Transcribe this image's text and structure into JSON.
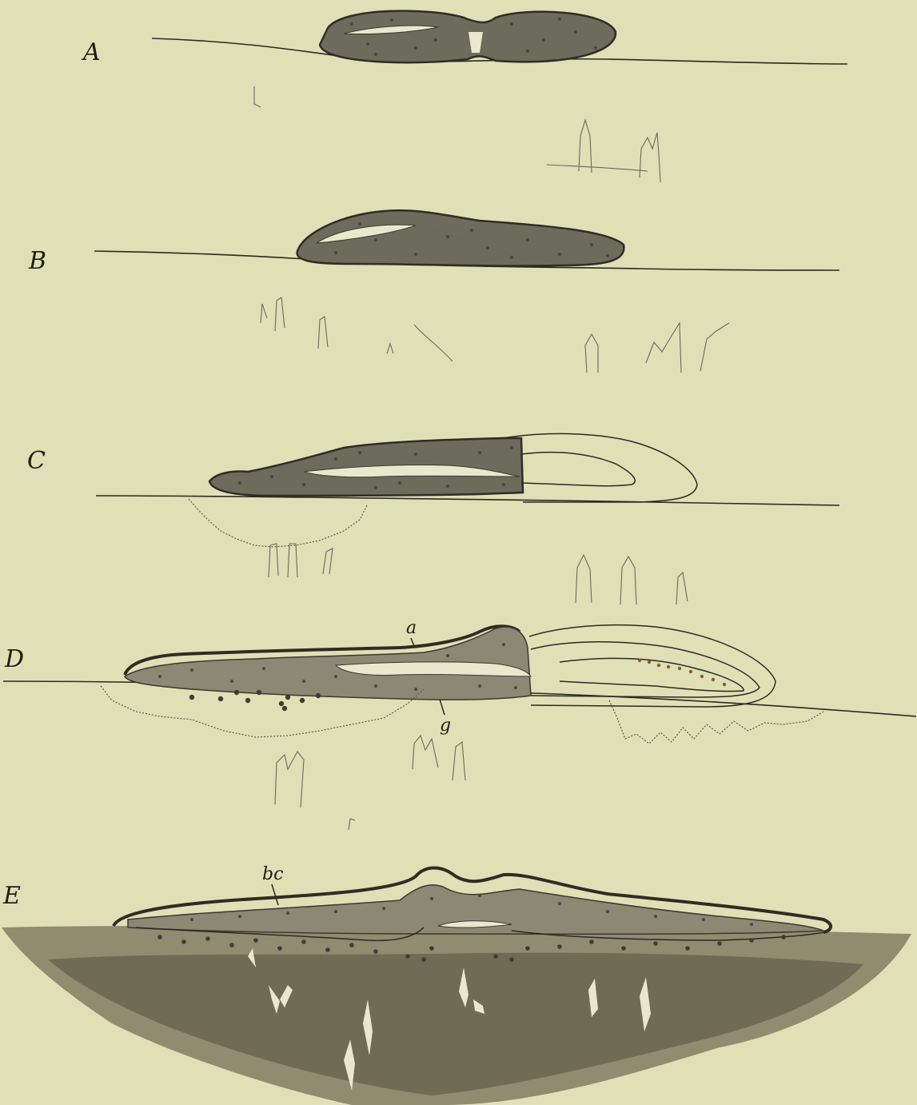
{
  "panels": [
    {
      "id": "A",
      "label": "A"
    },
    {
      "id": "B",
      "label": "B"
    },
    {
      "id": "C",
      "label": "C"
    },
    {
      "id": "D",
      "label": "D",
      "annotations": [
        "a",
        "g"
      ]
    },
    {
      "id": "E",
      "label": "E",
      "annotations": [
        "bc"
      ]
    }
  ],
  "colors": {
    "paper": "#dfe0b6",
    "ink": "#2a2a22",
    "tissue": "#6d6b5c"
  }
}
